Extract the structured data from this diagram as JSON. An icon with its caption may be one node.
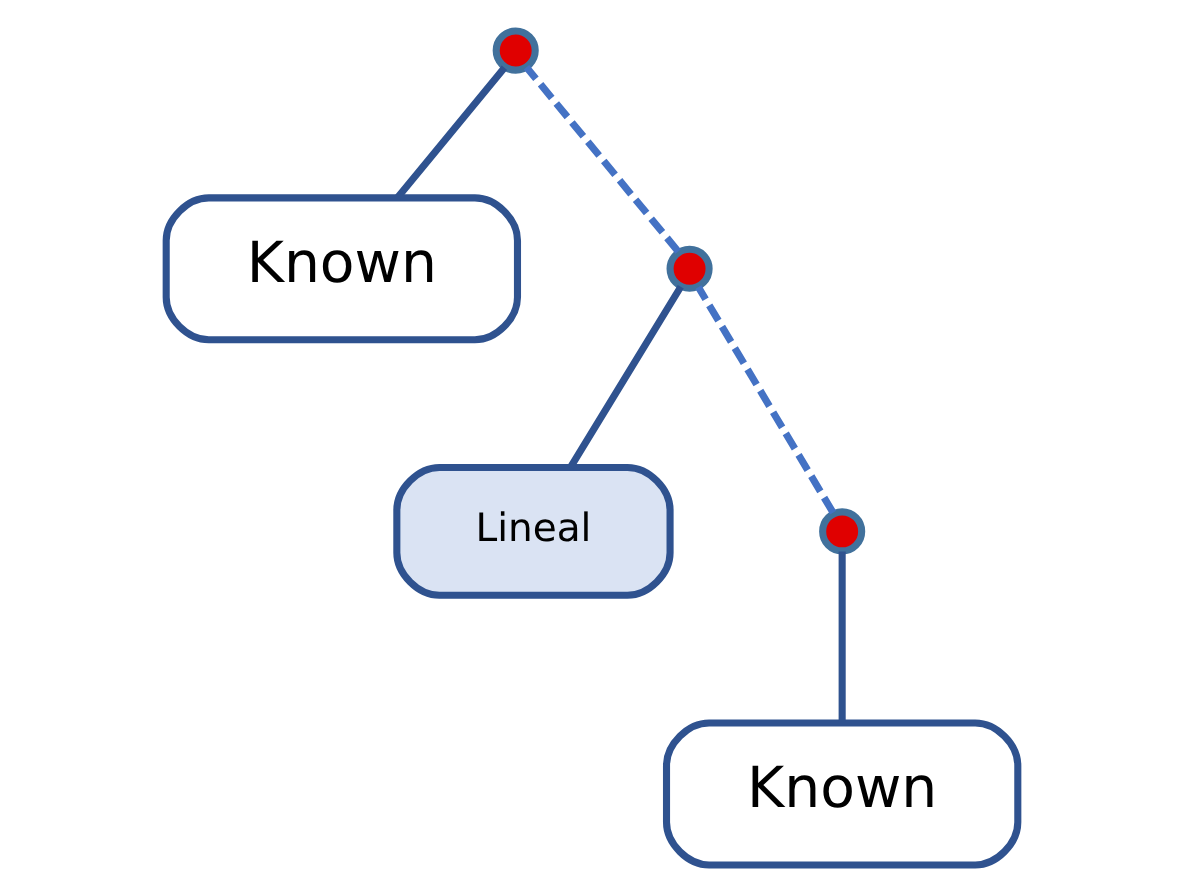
{
  "diagram": {
    "nodes": [
      {
        "text": [
          "Known"
        ]
      },
      {
        "text": [
          "Lineal"
        ]
      },
      {
        "text": [
          "Known"
        ]
      },
      {
        "text": [],
        "shape": "circle"
      },
      {
        "text": [],
        "shape": "circle"
      },
      {
        "text": [],
        "shape": "circle"
      }
    ],
    "edges": [
      {
        "from": 3,
        "to": 4,
        "arrow": "none",
        "style": "dashed"
      },
      {
        "from": 4,
        "to": 5,
        "arrow": "none",
        "style": "dashed"
      },
      {
        "from": 2,
        "to": 3,
        "arrow": "none"
      },
      {
        "from": 1,
        "to": 4,
        "arrow": "none"
      },
      {
        "from": 0,
        "to": 5,
        "arrow": "none"
      }
    ]
  }
}
